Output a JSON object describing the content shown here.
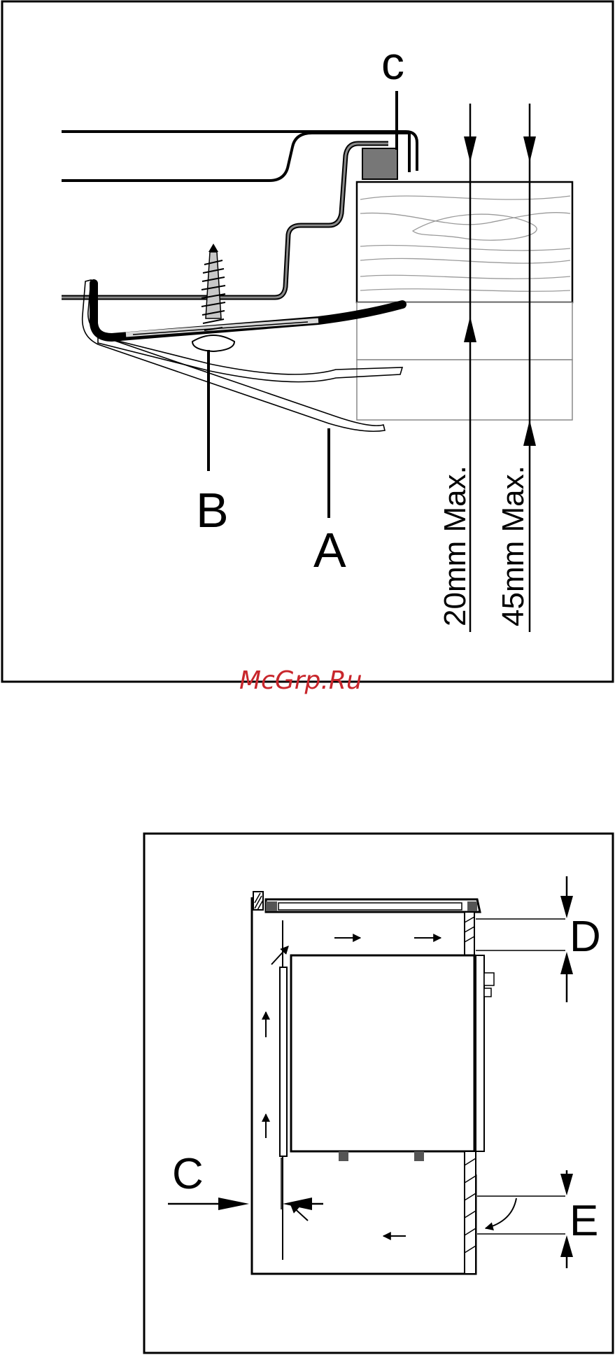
{
  "figure_top": {
    "label_c": "c",
    "label_b": "B",
    "label_a": "A",
    "dim_20": "20mm Max.",
    "dim_45": "45mm Max."
  },
  "watermark": "McGrp.Ru",
  "figure_bottom": {
    "label_c": "C",
    "label_d": "D",
    "label_e": "E"
  }
}
